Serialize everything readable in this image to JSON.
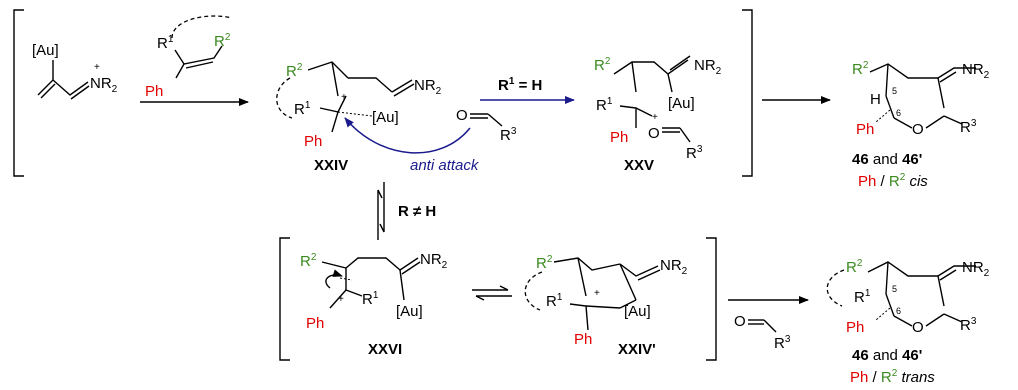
{
  "labels": {
    "au": "[Au]",
    "nr2": "NR",
    "sub2": "2",
    "plus": "+",
    "r": "R",
    "r1_sup": "1",
    "r2_sup": "2",
    "r3_sup": "3",
    "ph": "Ph",
    "h": "H",
    "o": "O",
    "loc5": "5",
    "loc6": "6"
  },
  "conditions": {
    "top_arrow": "R",
    "top_sup": "1",
    "top_eq": " = H",
    "equilibrium": "R ≠ H",
    "anti": "anti",
    "attack": " attack"
  },
  "compounds": {
    "xxiv": "XXIV",
    "xxv": "XXV",
    "xxvi": "XXVI",
    "xxiv_prime": "XXIV'"
  },
  "products": {
    "top_name_a": "46",
    "top_and": " and ",
    "top_name_b": "46'",
    "top_ph": "Ph",
    "top_slash": " / ",
    "top_r": "R",
    "top_sup": "2",
    "top_rel": " cis",
    "bottom_name_a": "46",
    "bottom_and": " and ",
    "bottom_name_b": "46'",
    "bottom_ph": "Ph",
    "bottom_slash": " / ",
    "bottom_r": "R",
    "bottom_sup": "2",
    "bottom_rel": " trans"
  },
  "colors": {
    "phenyl": "#e00000",
    "r2_group": "#3a8a1f",
    "anti_attack": "#1a1a8c"
  }
}
